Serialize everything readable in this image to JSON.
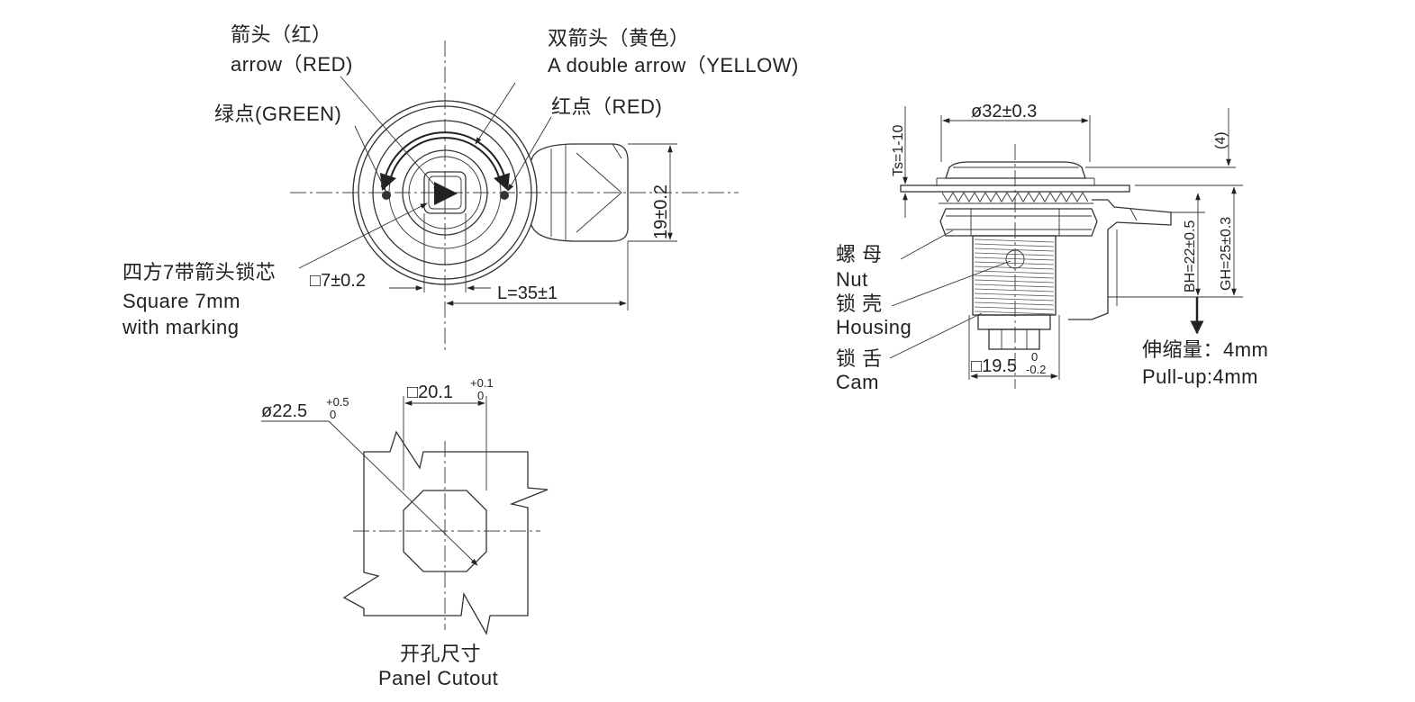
{
  "front_view": {
    "arrow_label_cn": "箭头（红）",
    "arrow_label_en": "arrow（RED)",
    "double_arrow_label_cn": "双箭头（黄色）",
    "double_arrow_label_en": "A double arrow（YELLOW)",
    "green_dot_label": "绿点(GREEN)",
    "red_dot_label": "红点（RED)",
    "core_label_cn": "四方7带箭头锁芯",
    "core_label_en_1": "Square 7mm",
    "core_label_en_2": "with marking",
    "dim_square": "□7±0.2",
    "dim_length": "L=35±1",
    "dim_height": "19±0.2"
  },
  "side_view": {
    "dim_diameter": "ø32±0.3",
    "dim_ts": "Ts=1-10",
    "dim_4": "(4)",
    "dim_bh": "BH=22±0.5",
    "dim_gh": "GH=25±0.3",
    "dim_square_base": "□19.5",
    "dim_square_tol_upper": "0",
    "dim_square_tol_lower": "-0.2",
    "nut_cn": "螺 母",
    "nut_en": "Nut",
    "housing_cn": "锁 壳",
    "housing_en": "Housing",
    "cam_cn": "锁 舌",
    "cam_en": "Cam",
    "pull_cn": "伸缩量：4mm",
    "pull_en": "Pull-up:4mm"
  },
  "cutout": {
    "dim_diameter_base": "ø22.5",
    "dim_diameter_tol_upper": "+0.5",
    "dim_diameter_tol_lower": "0",
    "dim_square_base": "□20.1",
    "dim_square_tol_upper": "+0.1",
    "dim_square_tol_lower": "0",
    "title_cn": "开孔尺寸",
    "title_en": "Panel Cutout"
  }
}
